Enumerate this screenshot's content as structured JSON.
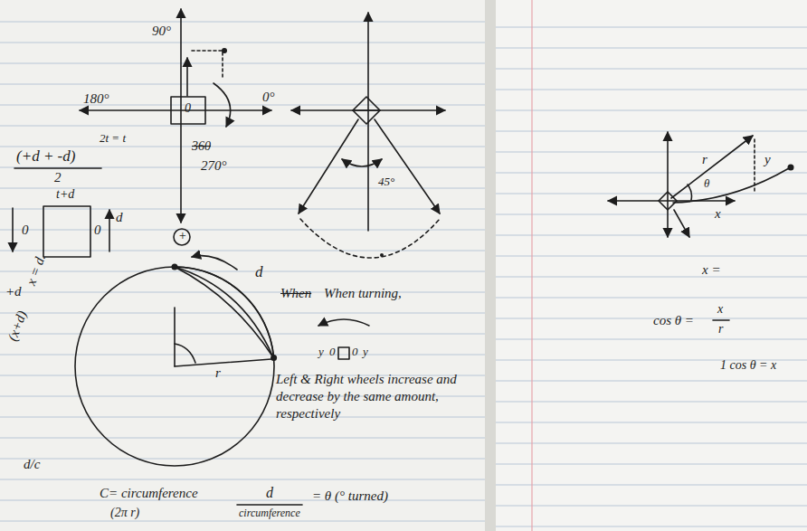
{
  "diagram": {
    "labels": [
      "90°",
      "180°",
      "0",
      "0°",
      "360",
      "270°",
      "+",
      "(+d + -d)",
      "2t = t",
      "2",
      "t+d",
      "0",
      "0",
      "d",
      "+d",
      "x = d.",
      "(x+d)",
      "45°",
      "d",
      "r",
      "When",
      "When turning,",
      "y",
      "0",
      "0",
      "y",
      "Left & Right wheels increase and decrease by the same amount, respectively",
      "d/c",
      "C= circumference",
      "(2π r)",
      "d",
      "circumference",
      "= θ (° turned)",
      "r",
      "y",
      "θ",
      "x",
      "x =",
      "cos θ =",
      "x",
      "r",
      "1 cos θ = x"
    ]
  }
}
